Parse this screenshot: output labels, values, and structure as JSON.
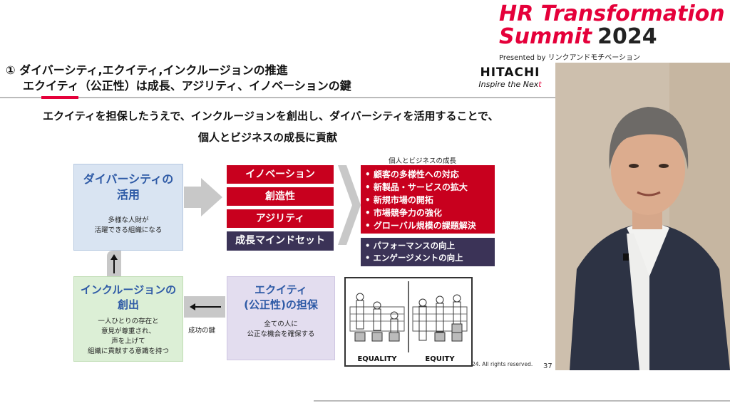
{
  "event": {
    "title_line1": "HR Transformation",
    "title_line2": "Summit",
    "year": "2024",
    "presented_by": "Presented by リンクアンドモチベーション"
  },
  "slide": {
    "title_line1": "① ダイバーシティ,エクイティ,インクルージョンの推進",
    "title_line2": "エクイティ（公正性）は成長、アジリティ、イノベーションの鍵",
    "company_name": "HITACHI",
    "company_tagline_a": "Inspire the Nex",
    "company_tagline_b": "t",
    "lead_line1": "エクイティを担保したうえで、インクルージョンを創出し、ダイバーシティを活用することで、",
    "lead_line2": "個人とビジネスの成長に貢献",
    "diversity_box": {
      "heading_line1": "ダイバーシティの",
      "heading_line2": "活用",
      "sub_line1": "多様な人財が",
      "sub_line2": "活躍できる組織になる"
    },
    "inclusion_box": {
      "heading_line1": "インクルージョンの",
      "heading_line2": "創出",
      "sub_lines": [
        "一人ひとりの存在と",
        "意見が尊重され、",
        "声を上げて",
        "組織に貢献する意識を持つ"
      ]
    },
    "equity_box": {
      "heading_line1": "エクイティ",
      "heading_line2": "(公正性)の担保",
      "sub_line1": "全ての人に",
      "sub_line2": "公正な機会を確保する"
    },
    "red_bars": [
      "イノベーション",
      "創造性",
      "アジリティ"
    ],
    "navy_bar": "成長マインドセット",
    "growth_heading": "個人とビジネスの成長",
    "growth_red_items": [
      "顧客の多様性への対応",
      "新製品・サービスの拡大",
      "新規市場の開拓",
      "市場競争力の強化",
      "グローバル規模の課題解決"
    ],
    "growth_navy_items": [
      "パフォーマンスの向上",
      "エンゲージメントの向上"
    ],
    "success_key": "成功の鍵",
    "equality_label": "EQUALITY",
    "equity_label": "EQUITY",
    "copyright": "24. All rights reserved.",
    "page_number": "37"
  },
  "colors": {
    "brand_red": "#e5003a",
    "slide_red": "#c8001e",
    "slide_navy": "#3b3357",
    "heading_blue": "#2e5aa6"
  }
}
